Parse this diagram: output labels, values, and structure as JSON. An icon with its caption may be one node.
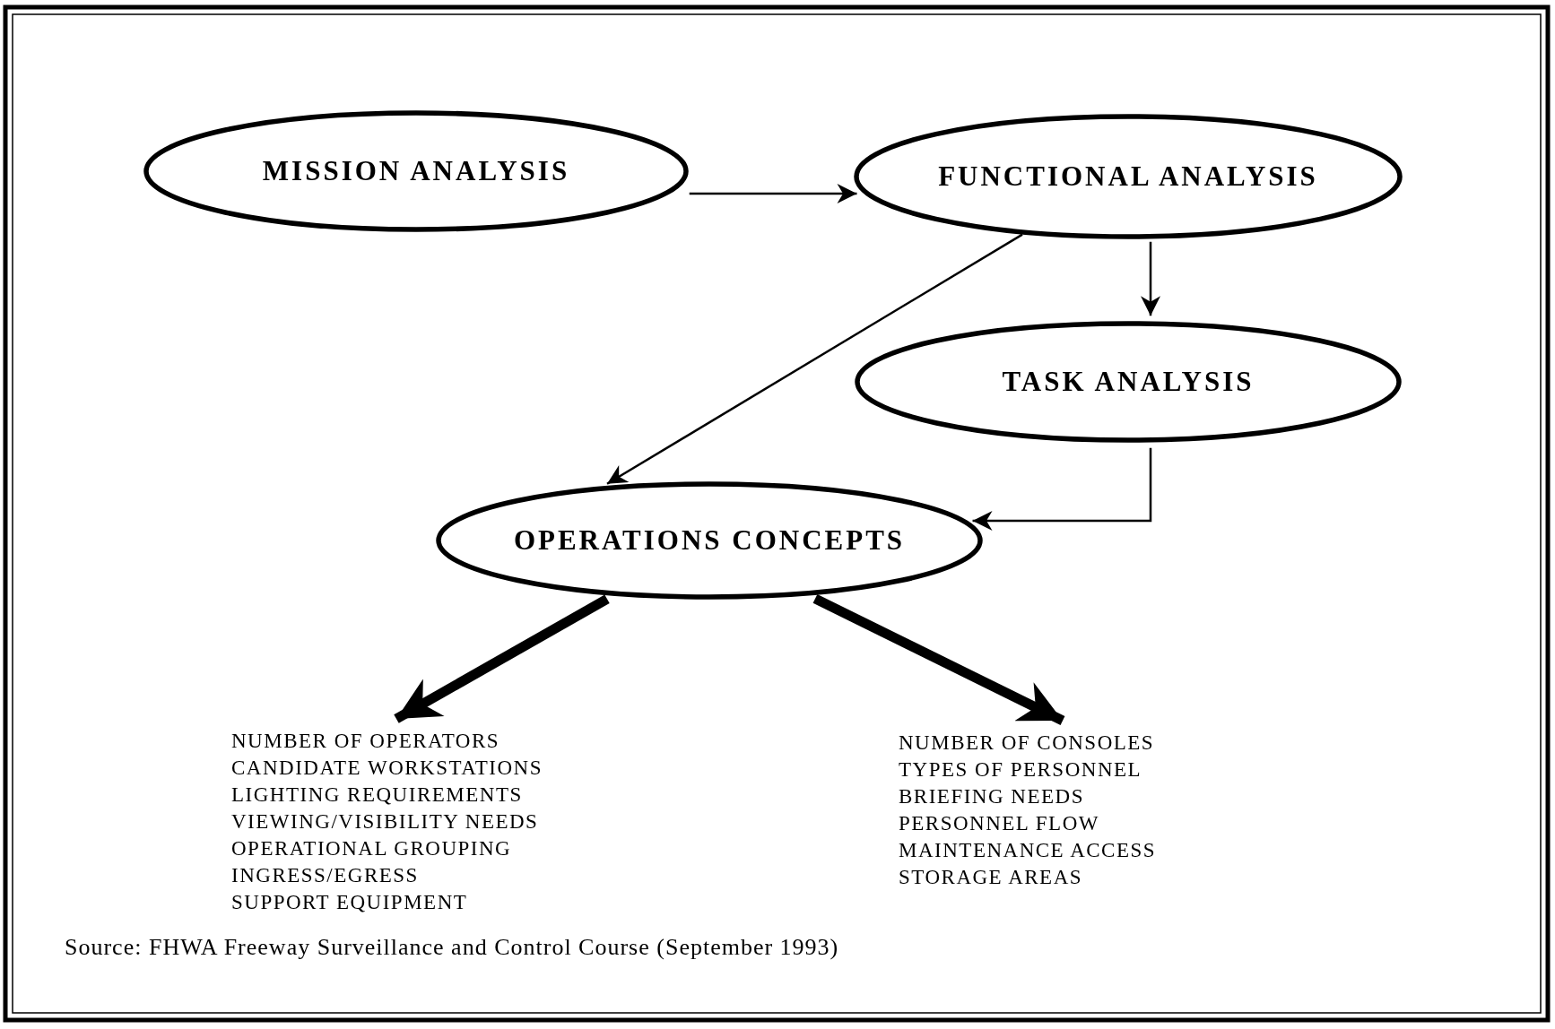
{
  "diagram": {
    "caption": "Source: FHWA Freeway Surveillance and Control Course (September 1993)",
    "nodes": [
      {
        "text": [
          "MISSION ANALYSIS"
        ]
      },
      {
        "text": [
          "FUNCTIONAL ANALYSIS"
        ]
      },
      {
        "text": [
          "TASK ANALYSIS"
        ]
      },
      {
        "text": [
          "OPERATIONS CONCEPTS"
        ]
      },
      {
        "text": [
          "NUMBER OF OPERATORS",
          "CANDIDATE WORKSTATIONS",
          "LIGHTING REQUIREMENTS",
          "VIEWING/VISIBILITY NEEDS",
          "OPERATIONAL GROUPING",
          "INGRESS/EGRESS",
          "SUPPORT EQUIPMENT"
        ]
      },
      {
        "text": [
          "NUMBER OF CONSOLES",
          "TYPES OF PERSONNEL",
          "BRIEFING NEEDS",
          "PERSONNEL FLOW",
          "MAINTENANCE ACCESS",
          "STORAGE AREAS"
        ]
      }
    ],
    "edges": [
      {
        "from": 0,
        "to": 1,
        "arrow": "to"
      },
      {
        "from": 1,
        "to": 2,
        "arrow": "to"
      },
      {
        "from": 1,
        "to": 3,
        "arrow": "to"
      },
      {
        "from": 2,
        "to": 3,
        "arrow": "to"
      },
      {
        "from": 3,
        "to": 4,
        "arrow": "to",
        "style": "thick"
      },
      {
        "from": 3,
        "to": 5,
        "arrow": "to",
        "style": "thick"
      }
    ]
  }
}
